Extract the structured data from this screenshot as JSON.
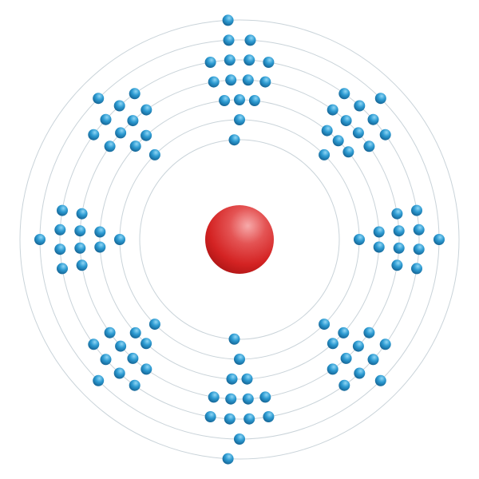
{
  "diagram": {
    "type": "bohr-model",
    "colors": {
      "background": "#ffffff",
      "shell_stroke": "#c9d3d9",
      "nucleus": "#d42323",
      "nucleus_highlight": "#f7aaaa",
      "electron": "#1f8bc4",
      "electron_highlight": "#8fd6f5"
    },
    "shells": [
      {
        "index": 1,
        "electron_count": 2
      },
      {
        "index": 2,
        "electron_count": 8
      },
      {
        "index": 3,
        "electron_count": 18
      },
      {
        "index": 4,
        "electron_count": 32
      },
      {
        "index": 5,
        "electron_count": 32
      },
      {
        "index": 6,
        "electron_count": 9
      },
      {
        "index": 7,
        "electron_count": 2
      }
    ]
  }
}
